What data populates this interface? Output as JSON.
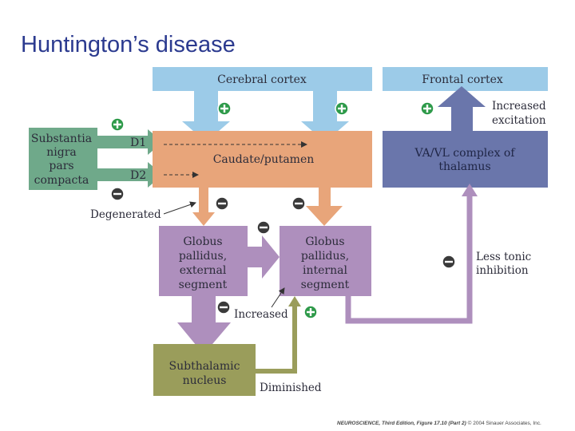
{
  "slide": {
    "title": "Huntington’s disease",
    "credit_book": "NEUROSCIENCE, Third Edition, Figure 17.10 (Part 2)",
    "credit_rest": "© 2004 Sinauer Associates, Inc."
  },
  "diagram": {
    "cerebral_cortex": "Cerebral cortex",
    "frontal_cortex": "Frontal cortex",
    "substantia_nigra": [
      "Substantia",
      "nigra",
      "pars",
      "compacta"
    ],
    "d1": "D1",
    "d2": "D2",
    "caudate_putamen": "Caudate/putamen",
    "va_vl": [
      "VA/VL complex of",
      "thalamus"
    ],
    "increased_excitation": [
      "Increased",
      "excitation"
    ],
    "degenerated": "Degenerated",
    "gp_external": [
      "Globus",
      "pallidus,",
      "external",
      "segment"
    ],
    "gp_internal": [
      "Globus",
      "pallidus,",
      "internal",
      "segment"
    ],
    "less_tonic_inhibition": [
      "Less tonic",
      "inhibition"
    ],
    "increased": "Increased",
    "subthalamic": [
      "Subthalamic",
      "nucleus"
    ],
    "diminished": "Diminished"
  },
  "colors": {
    "cortex_blue": "#9ccbe8",
    "caudate_orange": "#e8a57a",
    "thalamus_purple": "#6a76ab",
    "gp_lilac": "#ae8fbd",
    "nigra_green": "#6fa98a",
    "subthalamic_olive": "#9a9d5b",
    "excitatory": "#2e9a4a",
    "inhibitory": "#3a3a3a"
  }
}
